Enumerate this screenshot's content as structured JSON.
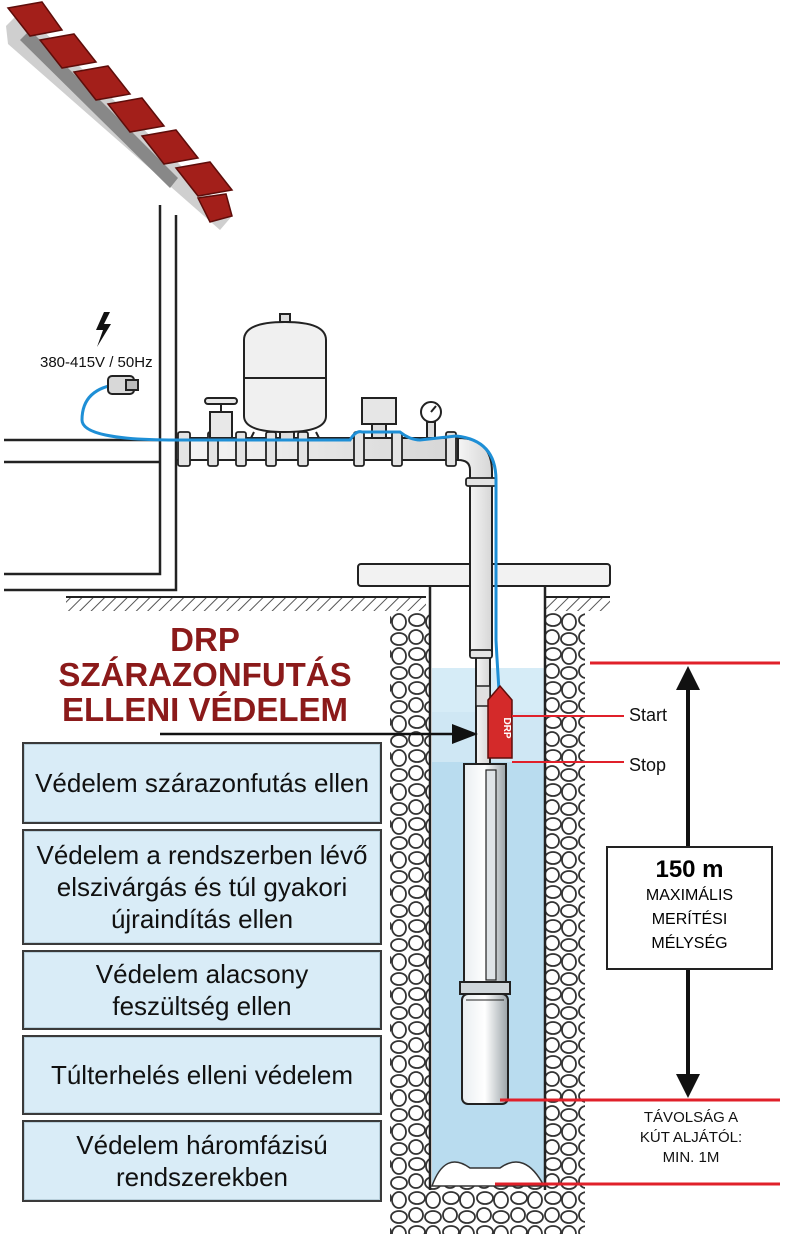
{
  "power_label": "380-415V / 50Hz",
  "product_title": {
    "line1": "DRP",
    "line2": "SZÁRAZONFUTÁS",
    "line3": "ELLENI VÉDELEM"
  },
  "drp_label": "DRP",
  "level_labels": {
    "start": "Start",
    "stop": "Stop"
  },
  "features": [
    "Védelem szárazonfutás ellen",
    "Védelem a rendszerben lévő elszivárgás és túl gyakori újraindítás ellen",
    "Védelem alacsony feszültség ellen",
    "Túlterhelés elleni védelem",
    "Védelem háromfázisú rendszerekben"
  ],
  "depth": {
    "value": "150 m",
    "line1": "MAXIMÁLIS",
    "line2": "MERÍTÉSI",
    "line3": "MÉLYSÉG"
  },
  "bottom_distance": {
    "line1": "TÁVOLSÁG A",
    "line2": "KÚT ALJÁTÓL:",
    "line3": "MIN. 1M"
  },
  "colors": {
    "roof": "#a31f1a",
    "water": "#cfe7f4",
    "cable": "#1e8fd6",
    "marker_red": "#e0202a",
    "title_red": "#8b1a1a",
    "box_fill": "#d9ecf7"
  }
}
